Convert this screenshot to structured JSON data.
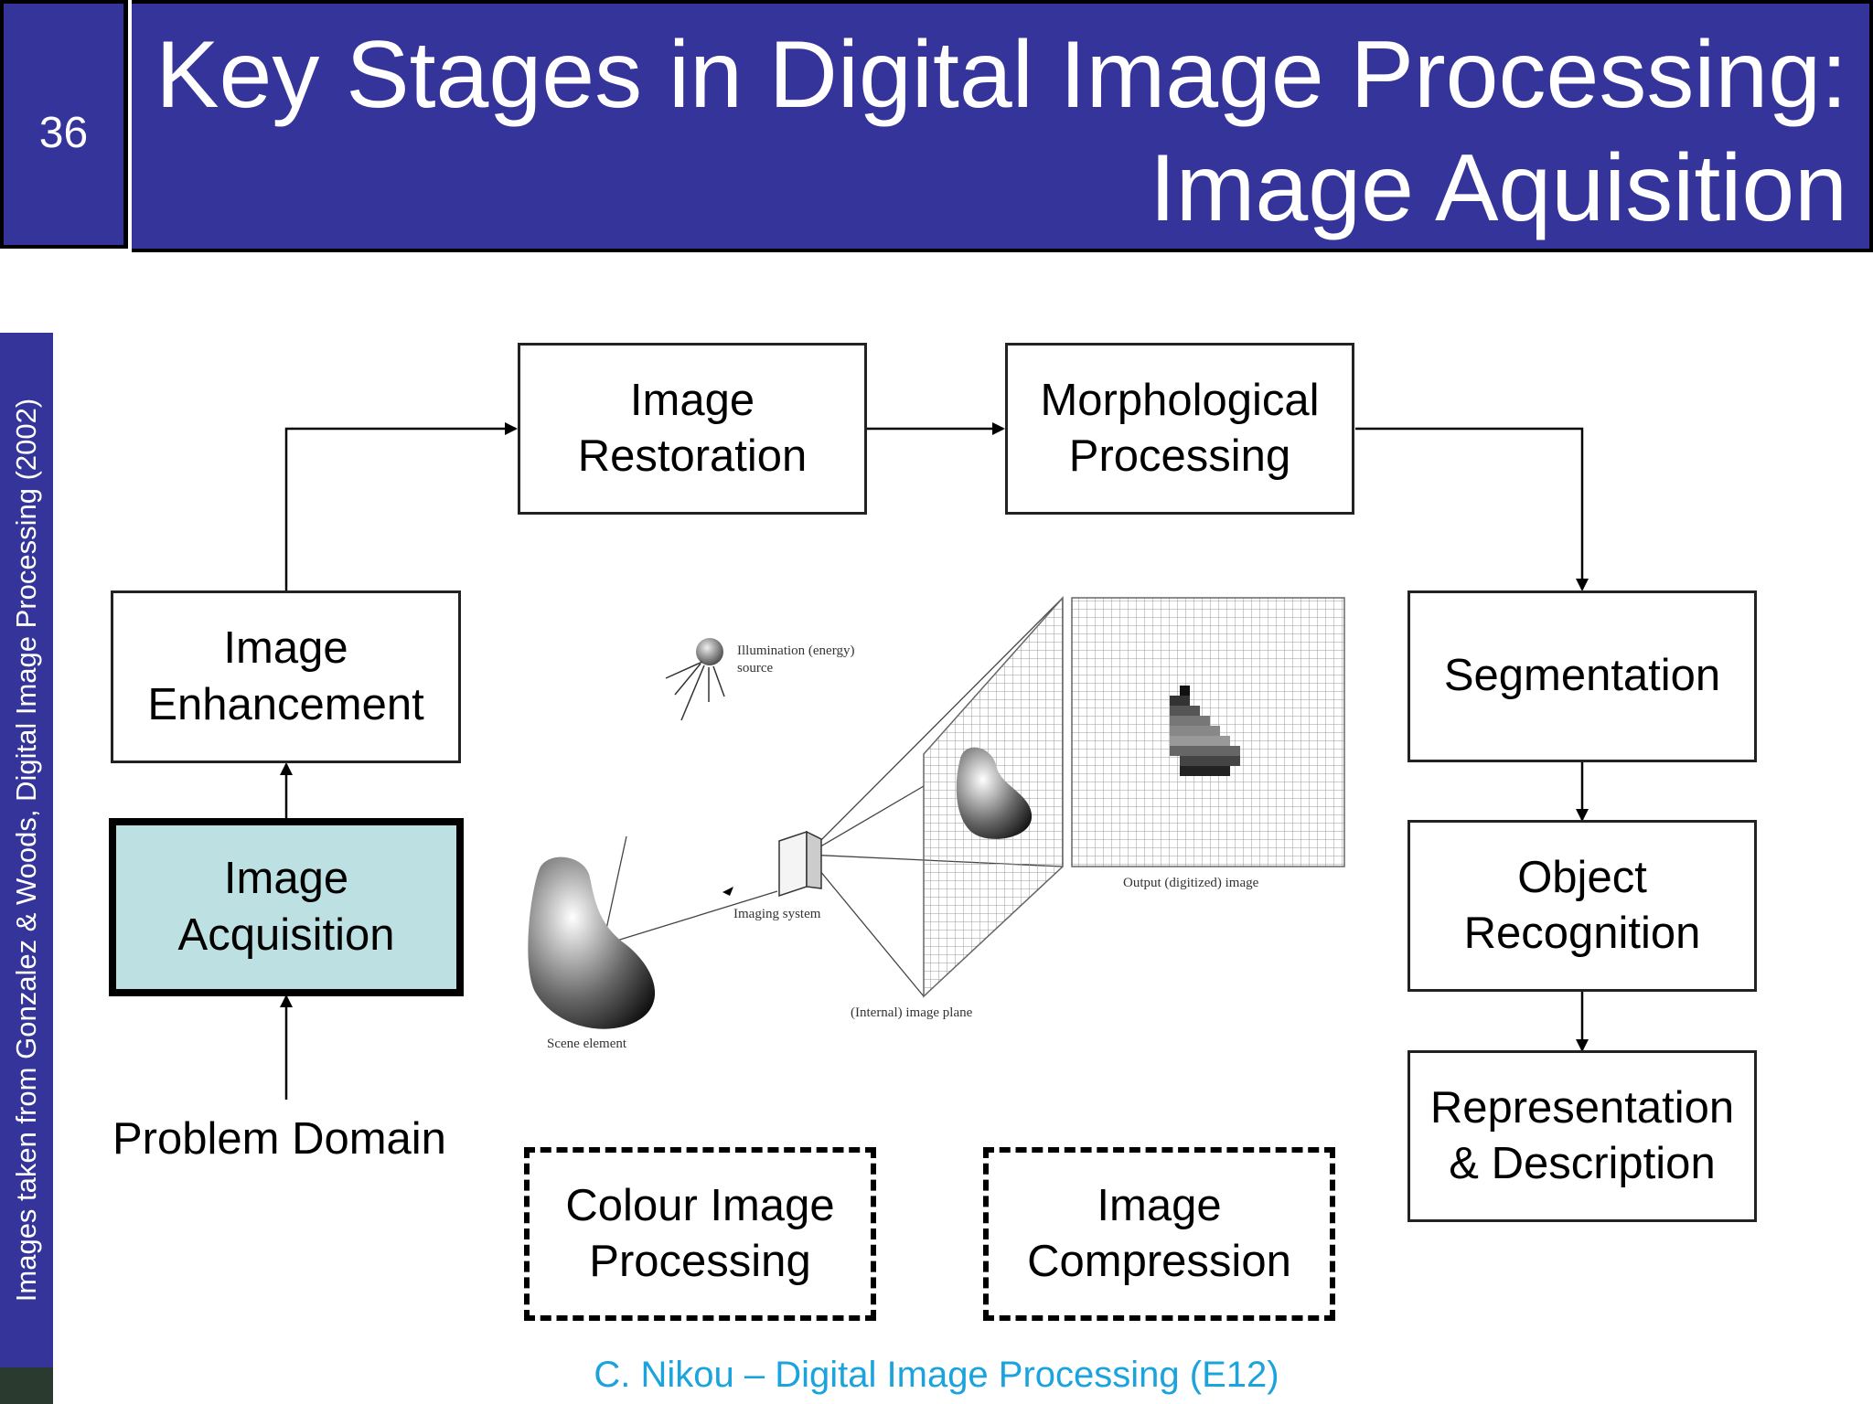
{
  "slide": {
    "number": "36",
    "title_line1": "Key Stages in Digital Image Processing:",
    "title_line2": "Image Aquisition",
    "side_credit": "Images taken from Gonzalez & Woods, Digital Image Processing (2002)",
    "footer": "C. Nikou – Digital Image Processing (E12)"
  },
  "stages": {
    "restoration": "Image\nRestoration",
    "morphological": "Morphological\nProcessing",
    "enhancement": "Image\nEnhancement",
    "acquisition": "Image\nAcquisition",
    "problem_domain": "Problem Domain",
    "colour": "Colour Image\nProcessing",
    "compression": "Image\nCompression",
    "segmentation": "Segmentation",
    "recognition": "Object\nRecognition",
    "representation": "Representation\n& Description"
  },
  "figure": {
    "illumination": "Illumination (energy)",
    "source": "source",
    "output": "Output (digitized) image",
    "imaging_system": "Imaging system",
    "image_plane": "(Internal) image plane",
    "scene_element": "Scene element"
  },
  "colors": {
    "header": "#35349a",
    "active_stage": "#bde0e3",
    "footer_text": "#1aa3dc"
  }
}
